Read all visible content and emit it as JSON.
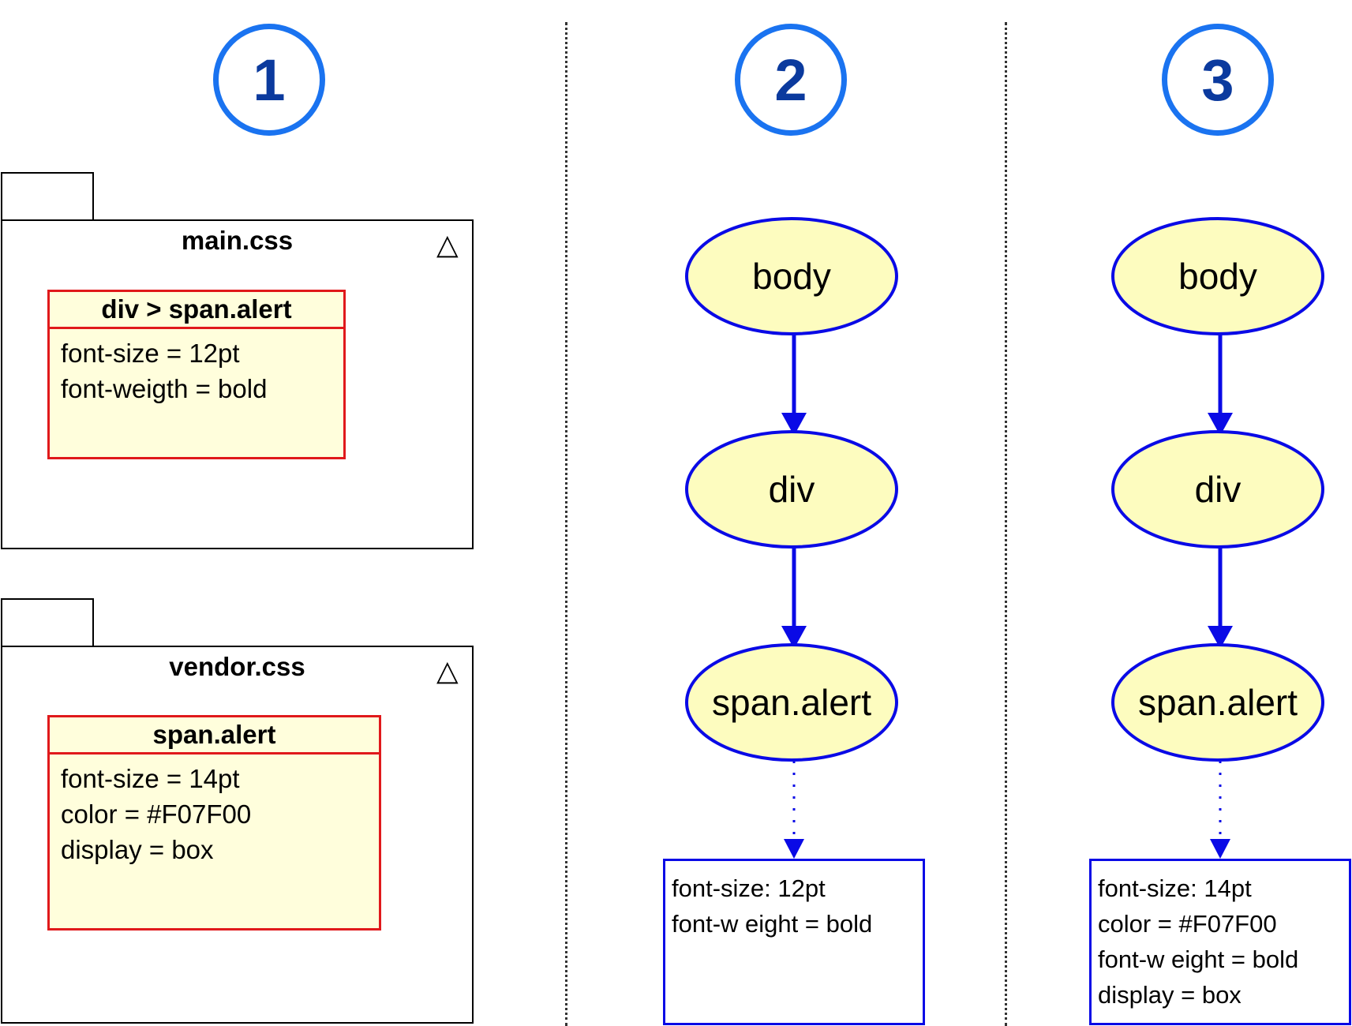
{
  "steps": [
    "1",
    "2",
    "3"
  ],
  "packages": [
    {
      "title": "main.css",
      "rule": {
        "selector": "div > span.alert",
        "properties": [
          "font-size = 12pt",
          "font-weigth = bold"
        ]
      }
    },
    {
      "title": "vendor.css",
      "rule": {
        "selector": "span.alert",
        "properties": [
          "font-size = 14pt",
          "color = #F07F00",
          "display = box"
        ]
      }
    }
  ],
  "package_icon": "triangle-icon",
  "trees": [
    {
      "nodes": [
        "body",
        "div",
        "span.alert"
      ],
      "result": [
        "font-size: 12pt",
        "font-w eight = bold"
      ]
    },
    {
      "nodes": [
        "body",
        "div",
        "span.alert"
      ],
      "result": [
        "font-size: 14pt",
        "color = #F07F00",
        "font-w eight = bold",
        "display = box"
      ]
    }
  ],
  "colors": {
    "circle_border": "#1a73f0",
    "circle_text": "#0b3a9e",
    "rule_border": "#e0191b",
    "rule_fill": "#fffedc",
    "node_fill": "#fdfcbf",
    "edge": "#0a0ae6"
  }
}
